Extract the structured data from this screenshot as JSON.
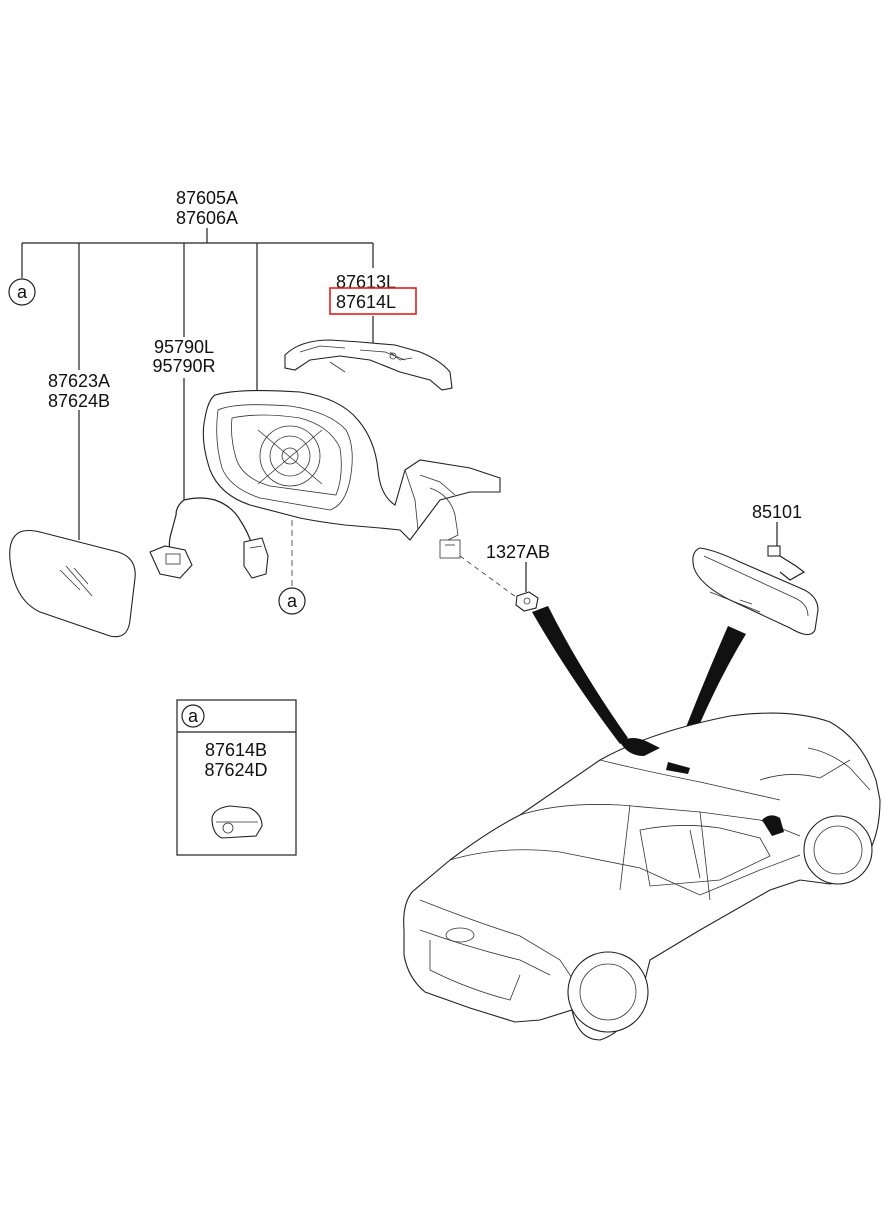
{
  "labels": {
    "assembly_line1": "87605A",
    "assembly_line2": "87606A",
    "cover_line1": "87613L",
    "cover_line2": "87614L",
    "harness_line1": "95790L",
    "harness_line2": "95790R",
    "glass_line1": "87623A",
    "glass_line2": "87624B",
    "nut": "1327AB",
    "inside_mirror": "85101",
    "ref_a_top": "a",
    "ref_a_bottom": "a",
    "detail_ref": "a",
    "detail_line1": "87614B",
    "detail_line2": "87624D"
  },
  "highlight_color": "#e02020"
}
